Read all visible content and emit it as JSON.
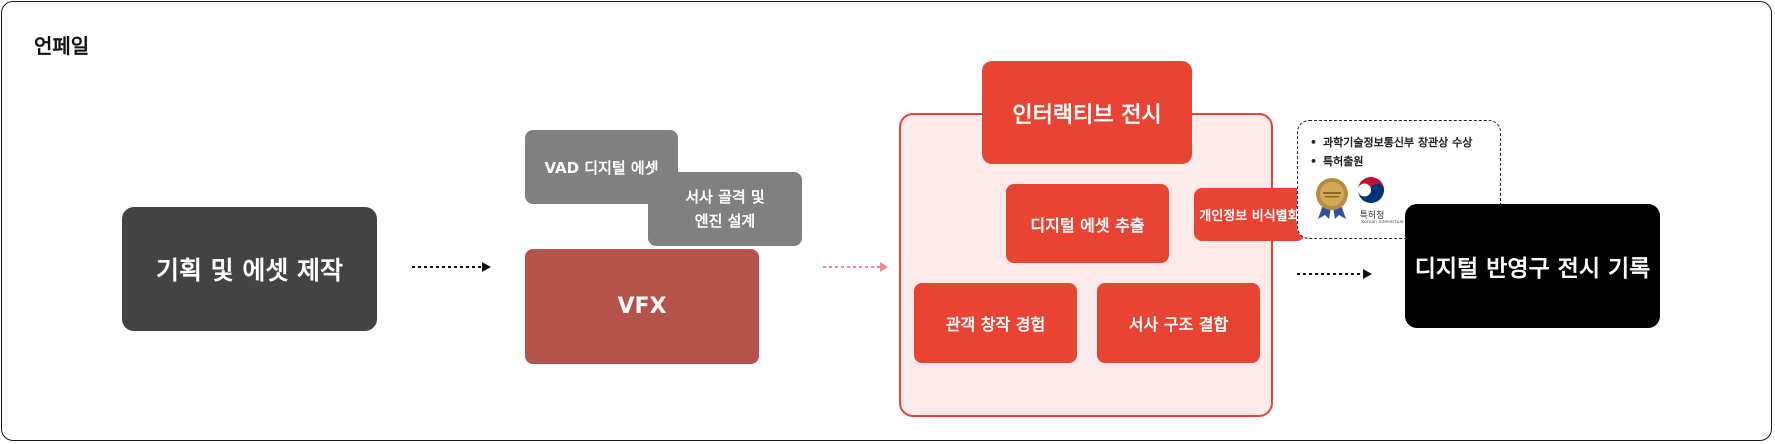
{
  "brand": "언페일",
  "stages": {
    "planning": "기획 및 에셋 제작",
    "vad": "VAD 디지털 에셋",
    "narrative_line1": "서사 골격 및",
    "narrative_line2": "엔진 설계",
    "vfx": "VFX",
    "interactive": "인터랙티브 전시",
    "extract": "디지털 에셋 추출",
    "privacy": "개인정보 비식별화",
    "audience": "관객 창작 경험",
    "structure": "서사 구조 결합",
    "record": "디지털 반영구 전시 기록"
  },
  "awards": {
    "items": [
      "과학기술정보통신부 장관상 수상",
      "특허출원"
    ],
    "patent_office_label": "특허청",
    "patent_office_en": "Korean Intellectual Property Office"
  },
  "colors": {
    "dark_box": "#434343",
    "grey_box": "#808080",
    "vfx_box": "#b5524a",
    "red_box": "#e94334",
    "panel_bg": "#fcebea",
    "panel_border": "#e94334",
    "black_box": "#000000"
  }
}
